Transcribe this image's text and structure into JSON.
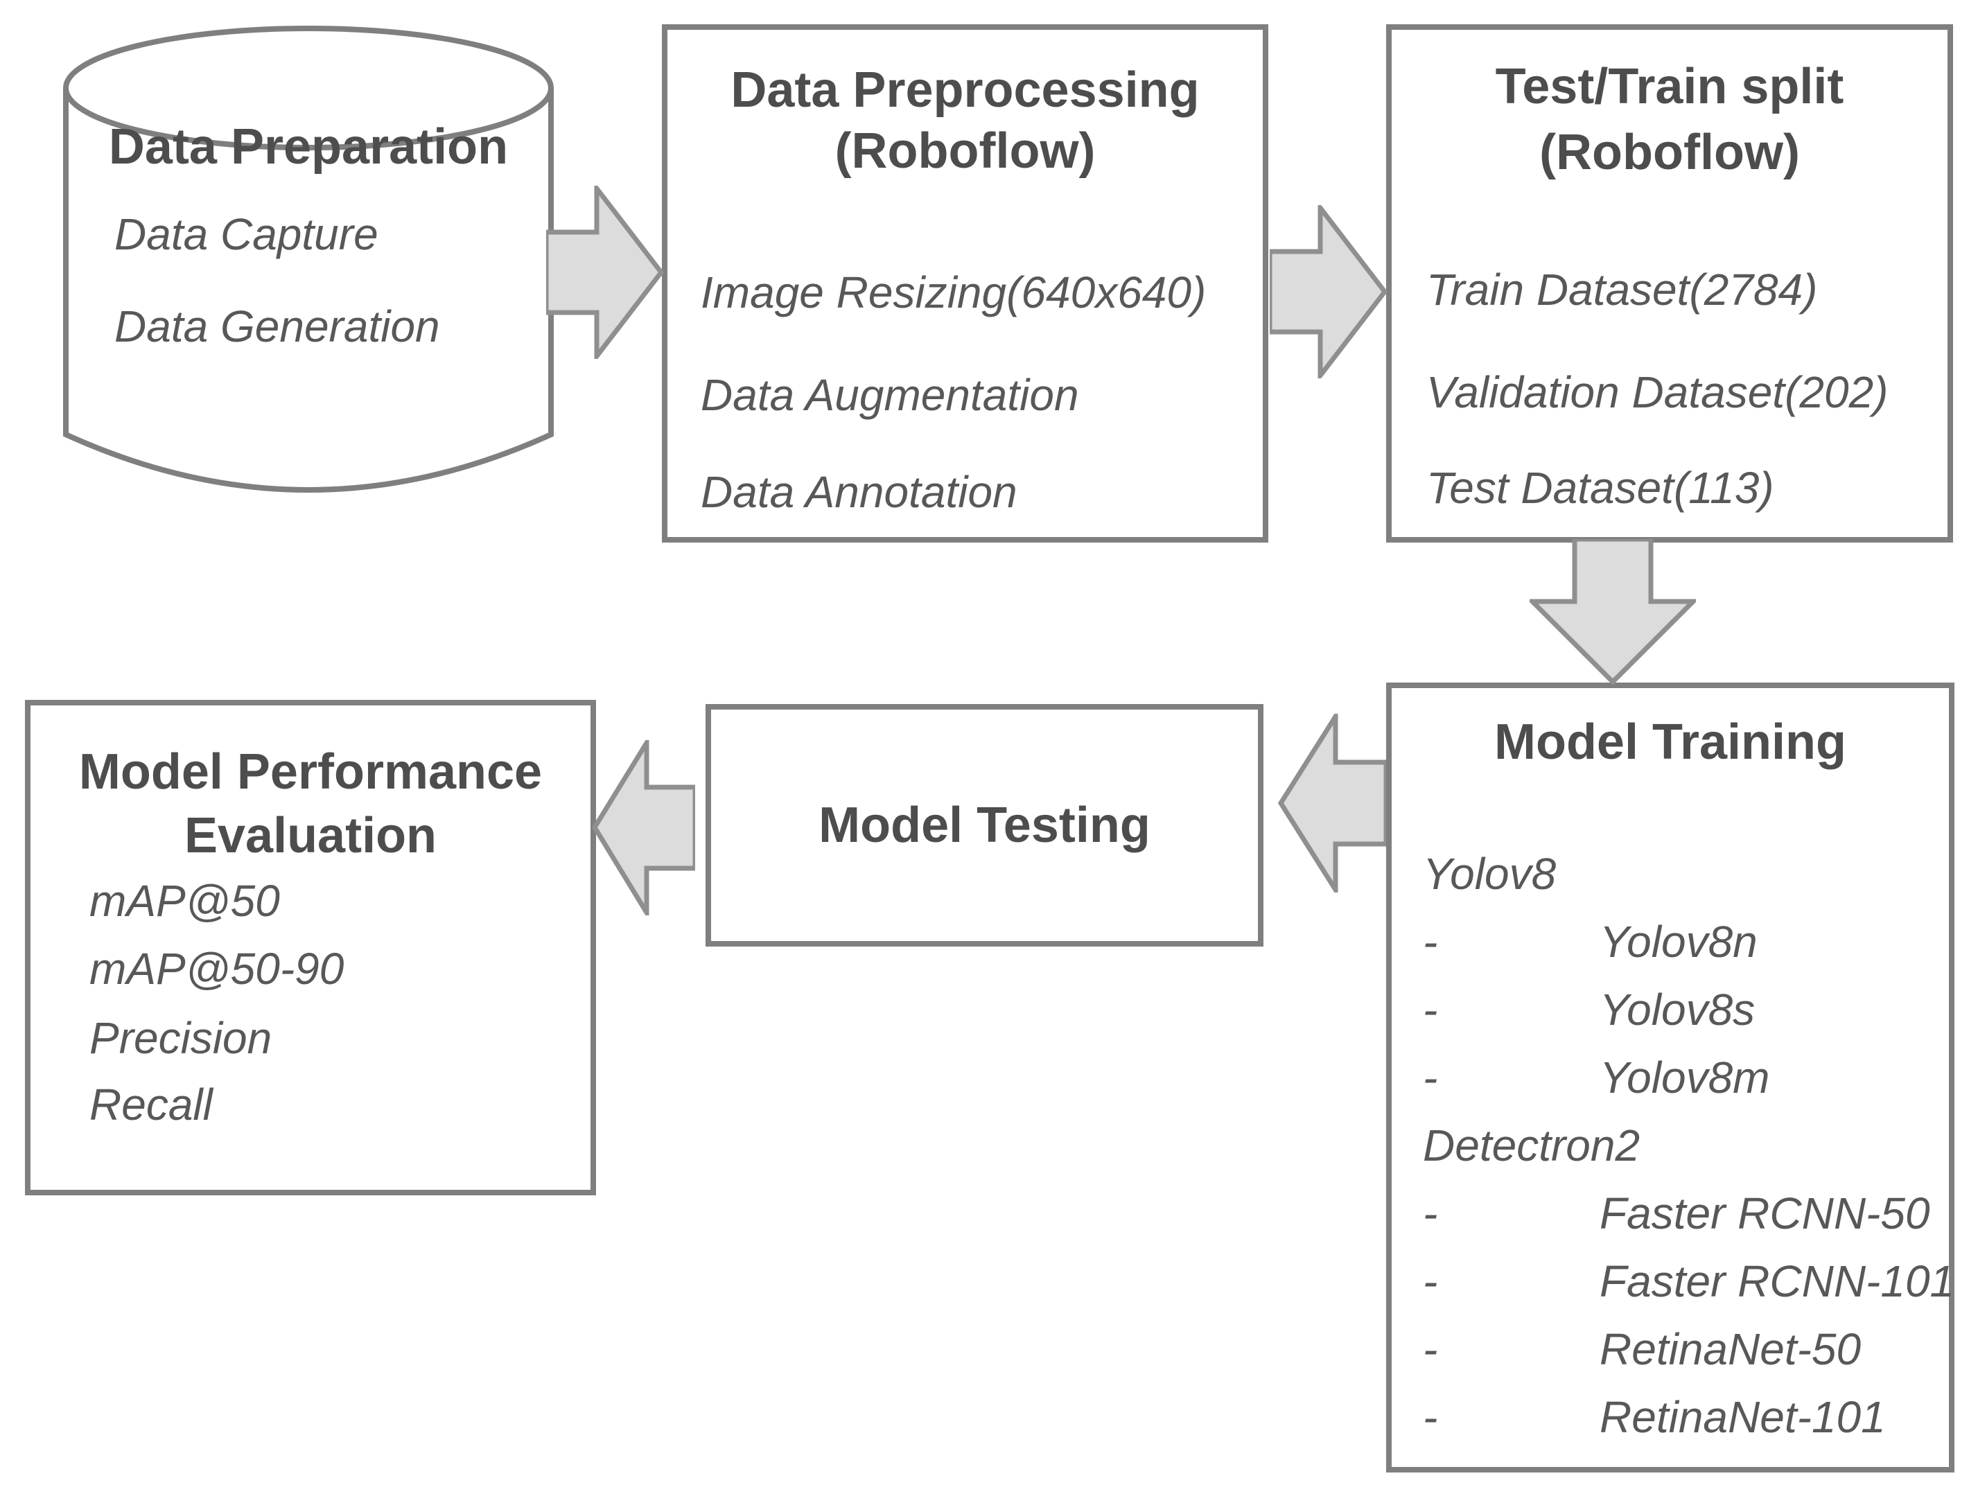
{
  "diagram": {
    "type": "flowchart",
    "colors": {
      "box_border": "#7f7f7f",
      "title_text": "#4d4d4d",
      "body_text": "#585858",
      "arrow_fill": "#dcdcdc",
      "arrow_stroke": "#8f8f8f",
      "background": "#ffffff"
    },
    "nodes": {
      "data_preparation": {
        "shape": "cylinder",
        "title": "Data Preparation",
        "items": [
          "Data Capture",
          "Data Generation"
        ]
      },
      "data_preprocessing": {
        "shape": "rect",
        "title": "Data Preprocessing",
        "subtitle": "(Roboflow)",
        "items": [
          "Image Resizing(640x640)",
          "Data Augmentation",
          "Data Annotation"
        ]
      },
      "test_train_split": {
        "shape": "rect",
        "title": "Test/Train split",
        "subtitle": "(Roboflow)",
        "items": [
          "Train Dataset(2784)",
          "Validation Dataset(202)",
          "Test Dataset(113)"
        ]
      },
      "model_training": {
        "shape": "rect",
        "title": "Model Training",
        "items": [
          {
            "dash": "",
            "text": "Yolov8"
          },
          {
            "dash": "-",
            "text": "Yolov8n"
          },
          {
            "dash": "-",
            "text": "Yolov8s"
          },
          {
            "dash": "-",
            "text": "Yolov8m"
          },
          {
            "dash": "",
            "text": "Detectron2"
          },
          {
            "dash": "-",
            "text": "Faster RCNN-50"
          },
          {
            "dash": "-",
            "text": "Faster RCNN-101"
          },
          {
            "dash": "-",
            "text": "RetinaNet-50"
          },
          {
            "dash": "-",
            "text": "RetinaNet-101"
          }
        ]
      },
      "model_testing": {
        "shape": "rect",
        "title": "Model Testing"
      },
      "model_performance_evaluation": {
        "shape": "rect",
        "title": "Model Performance",
        "title_line2": "Evaluation",
        "items": [
          "mAP@50",
          "mAP@50-90",
          "Precision",
          "Recall"
        ]
      }
    },
    "arrows": [
      {
        "from": "data_preparation",
        "to": "data_preprocessing",
        "direction": "right"
      },
      {
        "from": "data_preprocessing",
        "to": "test_train_split",
        "direction": "right"
      },
      {
        "from": "test_train_split",
        "to": "model_training",
        "direction": "down"
      },
      {
        "from": "model_training",
        "to": "model_testing",
        "direction": "left"
      },
      {
        "from": "model_testing",
        "to": "model_performance_evaluation",
        "direction": "left"
      }
    ]
  }
}
